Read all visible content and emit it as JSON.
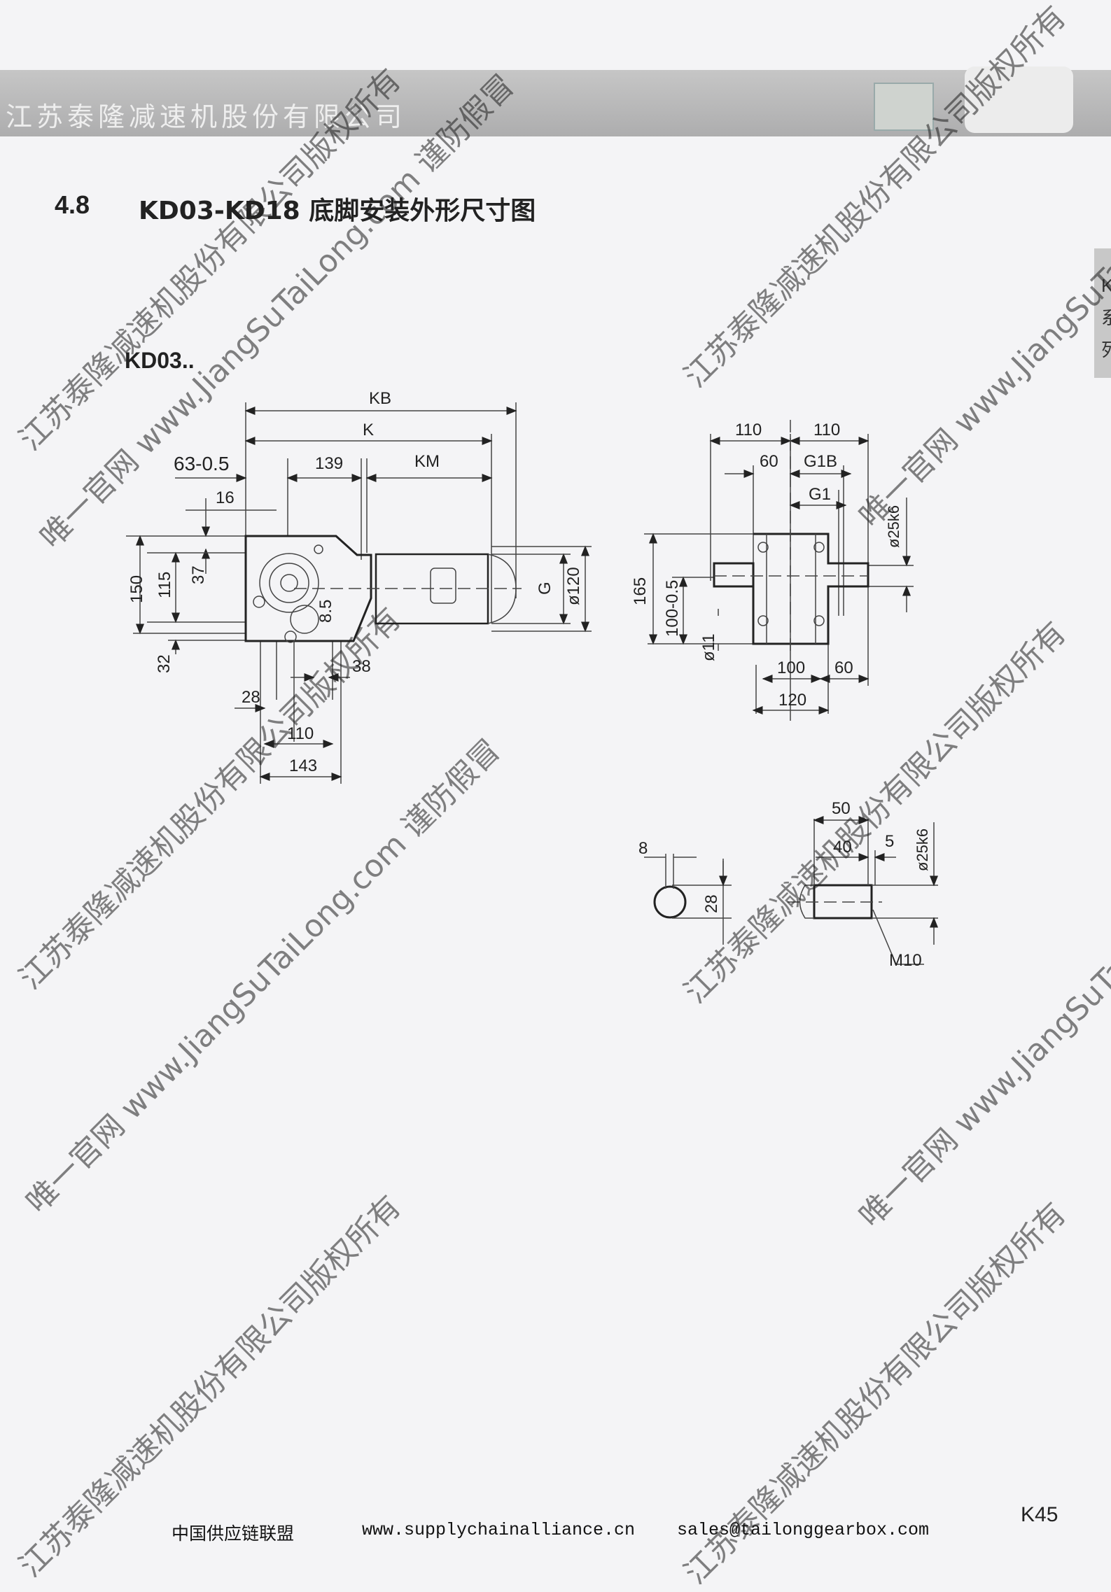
{
  "header": {
    "company": "江苏泰隆减速机股份有限公司"
  },
  "section": {
    "number": "4.8",
    "title": "KD03-KD18 底脚安装外形尺寸图"
  },
  "side_tab": {
    "letters": [
      "K",
      "系",
      "列"
    ]
  },
  "model": "KD03..",
  "side_view": {
    "KB": "KB",
    "K": "K",
    "d63": "63-0.5",
    "d139": "139",
    "KM": "KM",
    "d16": "16",
    "d150": "150",
    "d115": "115",
    "d37": "37",
    "d8_5": "8.5",
    "G": "G",
    "d120": "ø120",
    "d32": "32",
    "d38": "38",
    "d28": "28",
    "d110": "110",
    "d143": "143"
  },
  "end_view": {
    "d110a": "110",
    "d110b": "110",
    "d60": "60",
    "G1B": "G1B",
    "G1": "G1",
    "d25k6": "ø25k6",
    "d165": "165",
    "d100_05": "100-0.5",
    "d11": "ø11",
    "d100": "100",
    "d60b": "60",
    "d120": "120"
  },
  "shaft_detail": {
    "d8": "8",
    "d28": "28",
    "d50": "50",
    "d40": "40",
    "d5": "5",
    "d25k6": "ø25k6",
    "M10": "M10"
  },
  "watermarks": [
    "江苏泰隆减速机股份有限公司版权所有",
    "唯一官网 www.JiangSuTaiLong.com 谨防假冒"
  ],
  "footer": {
    "org": "中国供应链联盟",
    "site": "www.supplychainalliance.cn",
    "email": "sales@tailonggearbox.com",
    "page": "K45"
  }
}
